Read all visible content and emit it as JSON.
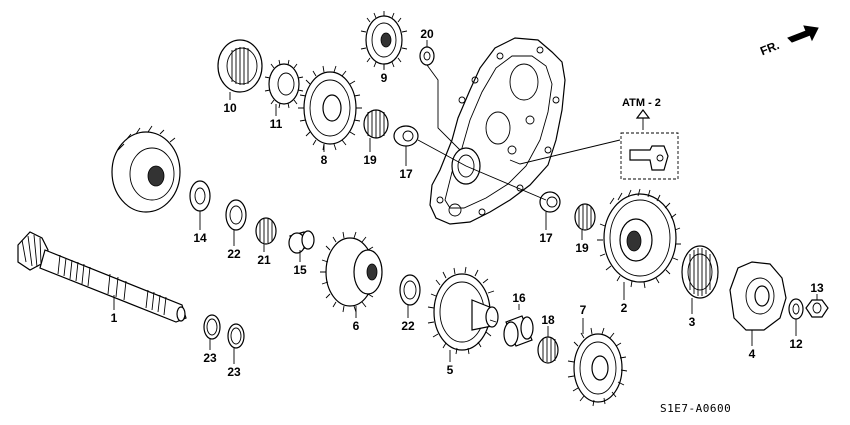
{
  "diagram": {
    "labels": [
      {
        "id": "1",
        "text": "1"
      },
      {
        "id": "2",
        "text": "2"
      },
      {
        "id": "3",
        "text": "3"
      },
      {
        "id": "4",
        "text": "4"
      },
      {
        "id": "5",
        "text": "5"
      },
      {
        "id": "6",
        "text": "6"
      },
      {
        "id": "7",
        "text": "7"
      },
      {
        "id": "8",
        "text": "8"
      },
      {
        "id": "9",
        "text": "9"
      },
      {
        "id": "10",
        "text": "10"
      },
      {
        "id": "11",
        "text": "11"
      },
      {
        "id": "12",
        "text": "12"
      },
      {
        "id": "13",
        "text": "13"
      },
      {
        "id": "14",
        "text": "14"
      },
      {
        "id": "15",
        "text": "15"
      },
      {
        "id": "16",
        "text": "16"
      },
      {
        "id": "17a",
        "text": "17"
      },
      {
        "id": "17b",
        "text": "17"
      },
      {
        "id": "18",
        "text": "18"
      },
      {
        "id": "19a",
        "text": "19"
      },
      {
        "id": "19b",
        "text": "19"
      },
      {
        "id": "20",
        "text": "20"
      },
      {
        "id": "21",
        "text": "21"
      },
      {
        "id": "22a",
        "text": "22"
      },
      {
        "id": "22b",
        "text": "22"
      },
      {
        "id": "23a",
        "text": "23"
      },
      {
        "id": "23b",
        "text": "23"
      }
    ],
    "direction_label": "FR.",
    "reference_label": "ATM - 2",
    "diagram_code": "S1E7-A0600"
  }
}
